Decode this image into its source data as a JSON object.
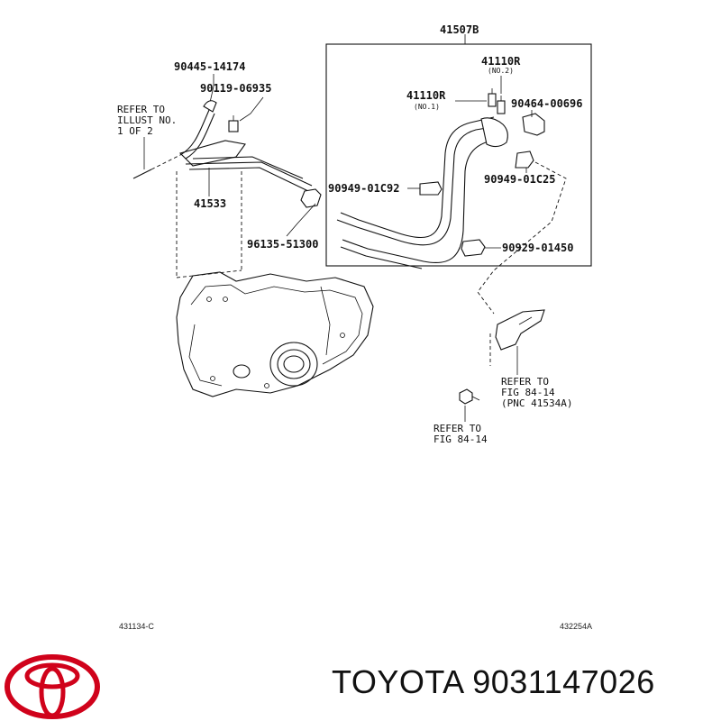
{
  "labels": {
    "assembly": "41507B",
    "clamp_top": "90445-14174",
    "bolt": "90119-06935",
    "refer_illust_1": "REFER TO",
    "refer_illust_2": "ILLUST NO.",
    "refer_illust_3": "1 OF 2",
    "hose_no2": "41110R",
    "hose_no2_sub": "(NO.2)",
    "hose_no1": "41110R",
    "hose_no1_sub": "(NO.1)",
    "clip_right": "90464-00696",
    "clip_left": "90949-01C92",
    "clip_right2": "90949-01C25",
    "tube": "41533",
    "bushing": "96135-51300",
    "clamp_bottom": "90929-01450",
    "refer_fig_a_1": "REFER TO",
    "refer_fig_a_2": "FIG 84-14",
    "refer_fig_a_3": "(PNC 41534A)",
    "refer_fig_b_1": "REFER TO",
    "refer_fig_b_2": "FIG 84-14",
    "code_left": "431134-C",
    "code_right": "432254A"
  },
  "footer": {
    "brand_text": "TOYOTA 9031147026",
    "logo": "toyota-logo"
  },
  "colors": {
    "logo": "#d0021b",
    "ink": "#111111",
    "background": "#ffffff"
  }
}
